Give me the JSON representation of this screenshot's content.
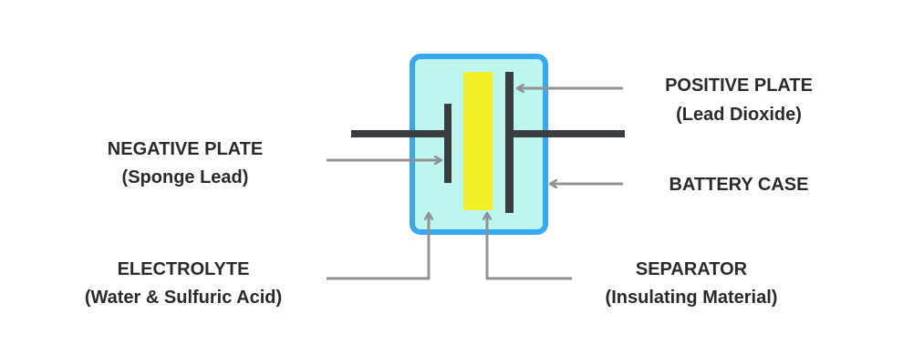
{
  "labels": {
    "positive_plate": {
      "title": "POSITIVE PLATE",
      "subtitle": "(Lead Dioxide)"
    },
    "negative_plate": {
      "title": "NEGATIVE PLATE",
      "subtitle": "(Sponge Lead)"
    },
    "battery_case": {
      "title": "BATTERY CASE"
    },
    "electrolyte": {
      "title": "ELECTROLYTE",
      "subtitle": "(Water & Sulfuric Acid)"
    },
    "separator": {
      "title": "SEPARATOR",
      "subtitle": "(Insulating Material)"
    }
  },
  "colors": {
    "case_fill": "#bdf5ef",
    "case_border": "#37a9f2",
    "separator": "#f1f026",
    "plates": "#3b3e40",
    "callouts": "#8f9394",
    "text": "#2a2a2a"
  }
}
